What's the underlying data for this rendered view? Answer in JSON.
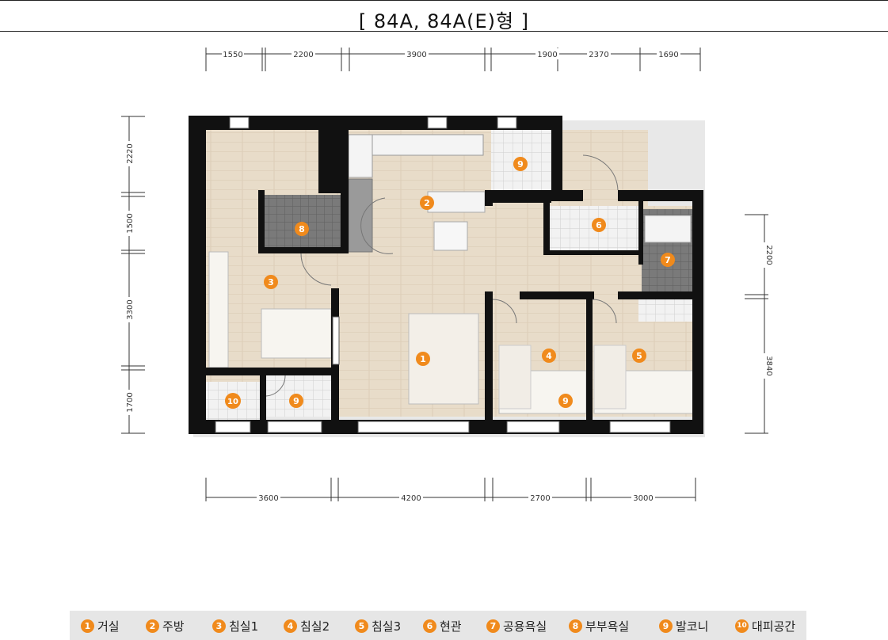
{
  "title": "[  84A,  84A(E)형  ]",
  "dimensions": {
    "top": [
      "1550",
      "2200",
      "3900",
      "1900",
      "2370",
      "1690"
    ],
    "bottom": [
      "3600",
      "4200",
      "2700",
      "3000"
    ],
    "left": [
      "2220",
      "1500",
      "3300",
      "1700"
    ],
    "right": [
      "2200",
      "3840"
    ]
  },
  "room_markers": [
    "1",
    "2",
    "3",
    "4",
    "5",
    "6",
    "7",
    "8",
    "9",
    "9",
    "9",
    "10"
  ],
  "legend": [
    {
      "num": "1",
      "label": "거실"
    },
    {
      "num": "2",
      "label": "주방"
    },
    {
      "num": "3",
      "label": "침실1"
    },
    {
      "num": "4",
      "label": "침실2"
    },
    {
      "num": "5",
      "label": "침실3"
    },
    {
      "num": "6",
      "label": "현관"
    },
    {
      "num": "7",
      "label": "공용욕실"
    },
    {
      "num": "8",
      "label": "부부욕실"
    },
    {
      "num": "9",
      "label": "발코니"
    },
    {
      "num": "10",
      "label": "대피공간"
    }
  ],
  "colors": {
    "accent": "#f08a1c",
    "wall": "#111111",
    "floor": "#e6d9c6",
    "tile": "#7b7b7b"
  }
}
